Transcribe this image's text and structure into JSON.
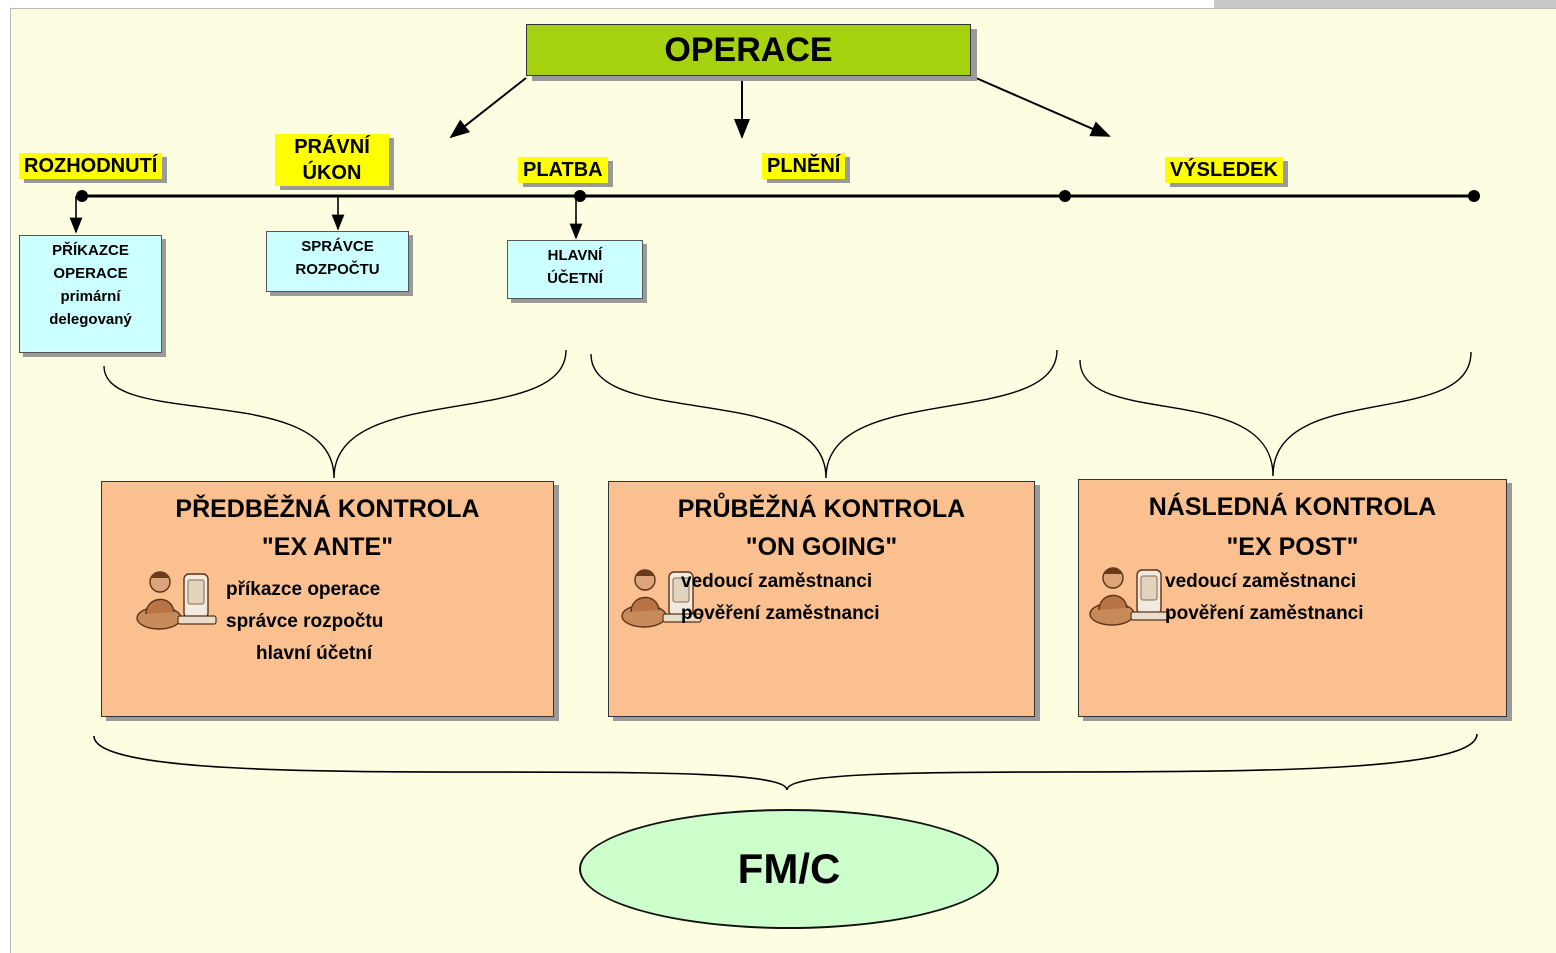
{
  "operace": "OPERACE",
  "stages": {
    "rozhodnuti": "ROZHODNUTÍ",
    "pravni_ukon": [
      "PRÁVNÍ",
      "ÚKON"
    ],
    "platba": "PLATBA",
    "plneni": "PLNĚNÍ",
    "vysledek": "VÝSLEDEK"
  },
  "actors": {
    "prikazce": [
      "PŘÍKAZCE",
      "OPERACE",
      "primární",
      "delegovaný"
    ],
    "spravce": [
      "SPRÁVCE",
      "ROZPOČTU"
    ],
    "ucetni": [
      "HLAVNÍ",
      "ÚČETNÍ"
    ]
  },
  "controls": [
    {
      "title": "PŘEDBĚŽNÁ KONTROLA",
      "subtitle": "\"EX ANTE\"",
      "roles": [
        "příkazce operace",
        "správce rozpočtu",
        "hlavní účetní"
      ]
    },
    {
      "title": "PRŮBĚŽNÁ KONTROLA",
      "subtitle": "\"ON GOING\"",
      "roles": [
        "vedoucí zaměstnanci",
        "pověření  zaměstnanci"
      ]
    },
    {
      "title": "NÁSLEDNÁ KONTROLA",
      "subtitle": "\"EX POST\"",
      "roles": [
        "vedoucí zaměstnanci",
        "pověření  zaměstnanci"
      ]
    }
  ],
  "fmc": "FM/C",
  "colors": {
    "background": "#fdfde1",
    "operace_fill": "#a6d10f",
    "tag_fill": "#ffff00",
    "actor_fill": "#ccffff",
    "control_fill": "#fac090",
    "fmc_fill": "#ccffcc"
  },
  "icons": [
    "person-at-computer-icon"
  ]
}
